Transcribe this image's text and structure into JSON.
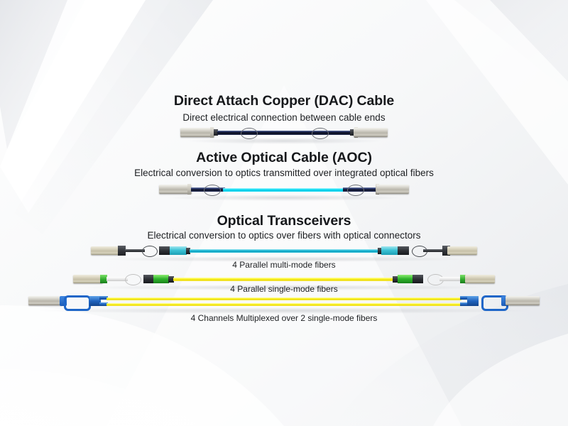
{
  "page": {
    "background_color": "#f2f3f5",
    "text_color": "#1d1f22"
  },
  "sections": [
    {
      "id": "dac",
      "title": "Direct Attach Copper (DAC) Cable",
      "subtitle": "Direct electrical connection between cable ends",
      "cable_color": "#111a3c",
      "connector_type": "QSFP",
      "module_color": "#c9c6bc"
    },
    {
      "id": "aoc",
      "title": "Active Optical Cable (AOC)",
      "subtitle": "Electrical conversion to optics transmitted over integrated optical fibers",
      "cable_color": "#17e0f5",
      "connector_type": "QSFP",
      "module_color": "#c9c6bc"
    },
    {
      "id": "transceivers",
      "title": "Optical Transceivers",
      "subtitle": "Electrical conversion to optics over fibers with optical connectors",
      "rows": [
        {
          "id": "parallel-multimode",
          "caption": "4 Parallel multi-mode fibers",
          "cable_color": "#1fb9d6",
          "connector_type": "MPO",
          "connector_color": "#3cc3d6",
          "module_color": "#c6c0a8",
          "tab_color": "#3a3d42"
        },
        {
          "id": "parallel-singlemode",
          "caption": "4 Parallel single-mode fibers",
          "cable_color": "#fbf536",
          "connector_type": "MPO",
          "connector_color": "#2fb42c",
          "module_color": "#c6c0a8",
          "tab_color": "#ededed"
        },
        {
          "id": "multiplexed-singlemode",
          "caption": "4 Channels Multiplexed over 2 single-mode fibers",
          "cable_color": "#fbf536",
          "connector_type": "LC Duplex",
          "connector_color": "#1f62bd",
          "module_color": "#b9b6ab",
          "tab_color": "#1e66c8"
        }
      ]
    }
  ]
}
